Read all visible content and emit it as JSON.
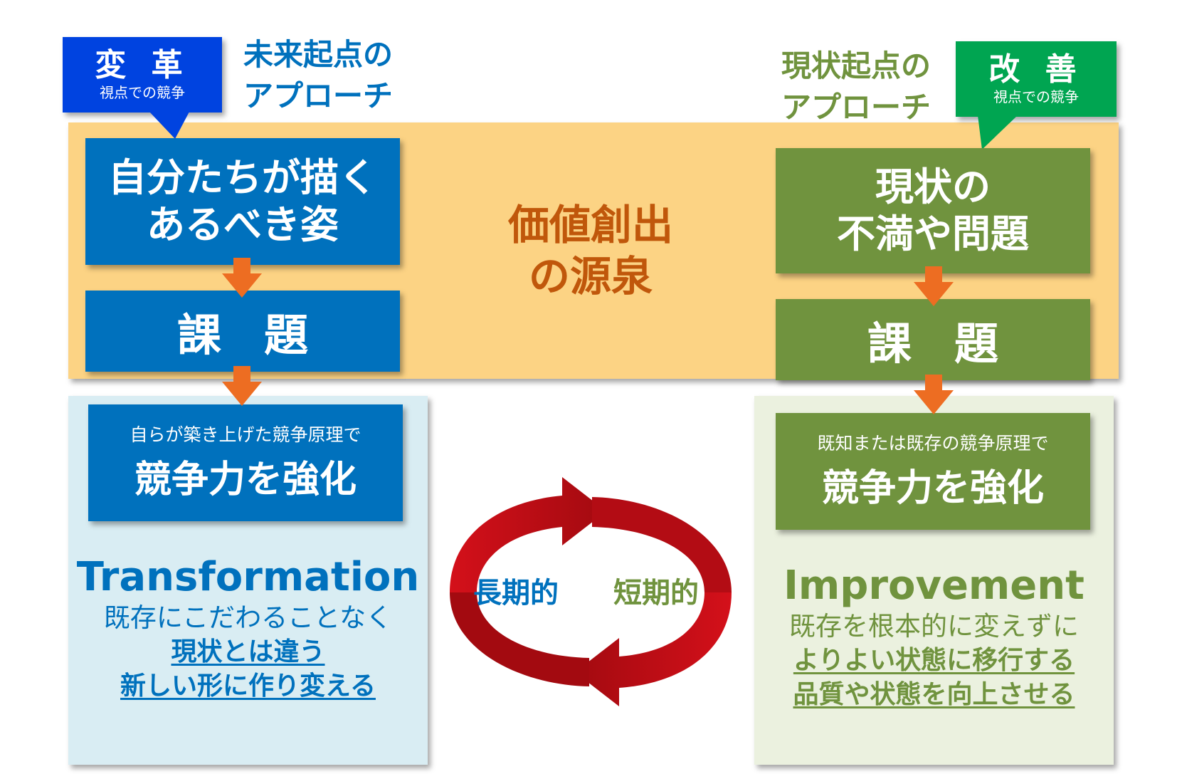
{
  "colors": {
    "blue": "#0071bd",
    "green": "#70933e",
    "band": "#fcd384",
    "arrow": "#ed6d22",
    "cycle": "#c00a12",
    "center_text": "#c0570b"
  },
  "left": {
    "tag_title": "変 革",
    "tag_sub": "視点での競争",
    "approach_line1": "未来起点の",
    "approach_line2": "アプローチ",
    "vision_line1": "自分たちが描く",
    "vision_line2": "あるべき姿",
    "issue": "課題",
    "strength_small": "自らが築き上げた競争原理で",
    "strength_big": "競争力を強化",
    "en_title": "Transformation",
    "desc": "既存にこだわることなく",
    "emph_line1": "現状とは違う",
    "emph_line2": "新しい形に作り変える"
  },
  "center": {
    "line1": "価値創出",
    "line2": "の源泉",
    "cycle_left": "長期的",
    "cycle_right": "短期的"
  },
  "right": {
    "tag_title": "改 善",
    "tag_sub": "視点での競争",
    "approach_line1": "現状起点の",
    "approach_line2": "アプローチ",
    "problem_line1": "現状の",
    "problem_line2": "不満や問題",
    "issue": "課題",
    "strength_small": "既知または既存の競争原理で",
    "strength_big": "競争力を強化",
    "en_title": "Improvement",
    "desc": "既存を根本的に変えずに",
    "emph_line1": "よりよい状態に移行する",
    "emph_line2": "品質や状態を向上させる"
  }
}
